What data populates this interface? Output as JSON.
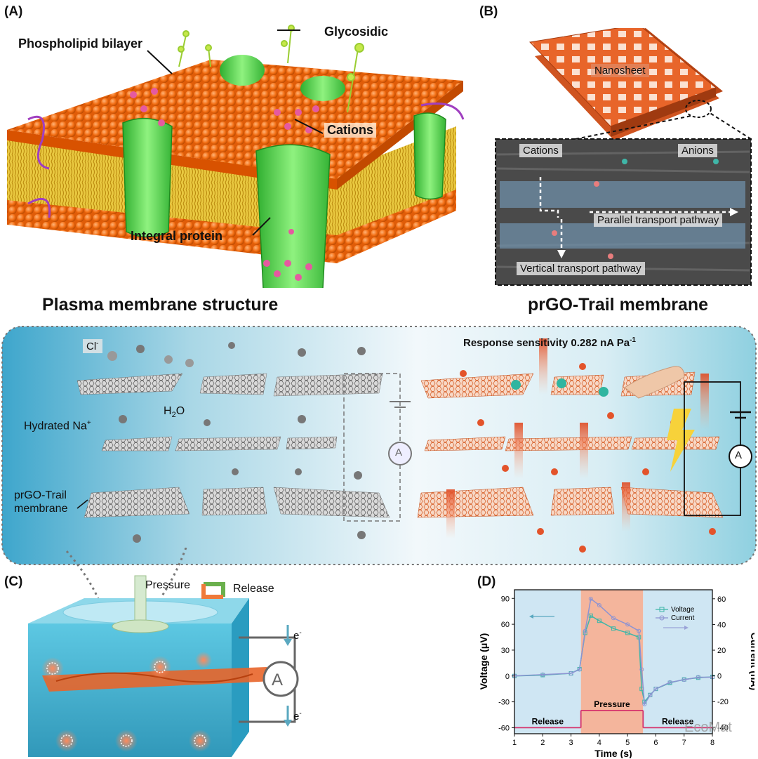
{
  "panelA": {
    "label": "(A)",
    "phospholipid": "Phospholipid bilayer",
    "glycosidic": "Glycosidic",
    "cations": "Cations",
    "integral_protein": "Integral protein",
    "title": "Plasma membrane structure"
  },
  "panelB": {
    "label": "(B)",
    "nanosheet": "Nanosheet",
    "cations": "Cations",
    "anions": "Anions",
    "parallel": "Parallel transport pathway",
    "vertical": "Vertical transport pathway",
    "title": "prGO-Trail membrane"
  },
  "middle": {
    "cl": "Cl",
    "cl_sup": "-",
    "h2o_pre": "H",
    "h2o_sub": "2",
    "h2o_post": "O",
    "hydrated": "Hydrated Na",
    "hydrated_sup": "+",
    "membrane": "prGO-Trail membrane",
    "sensitivity": "Response sensitivity 0.282 nA Pa",
    "sensitivity_sup": "-1",
    "ammeter": "A"
  },
  "panelC": {
    "label": "(C)",
    "pressure": "Pressure",
    "release": "Release",
    "e_top": "e",
    "e_bottom": "e",
    "e_sup": "-",
    "ammeter": "A"
  },
  "panelD": {
    "label": "(D)",
    "watermark": "EcoMat",
    "chart_data": {
      "type": "line",
      "xlabel": "Time (s)",
      "ylabel_left": "Voltage (μV)",
      "ylabel_right": "Current (nA)",
      "xlim": [
        1,
        8
      ],
      "ylim_left": [
        -67,
        100
      ],
      "ylim_right": [
        -45,
        67
      ],
      "xticks": [
        "1",
        "2",
        "3",
        "4",
        "5",
        "6",
        "7",
        "8"
      ],
      "yticks_left": [
        "-60",
        "-30",
        "0",
        "30",
        "60",
        "90"
      ],
      "yticks_right": [
        "-40",
        "-20",
        "0",
        "20",
        "40",
        "60"
      ],
      "legend": [
        "Voltage",
        "Current"
      ],
      "regions": [
        {
          "label": "Release",
          "x0": 1,
          "x1": 3.35
        },
        {
          "label": "Pressure",
          "x0": 3.35,
          "x1": 5.55
        },
        {
          "label": "Release",
          "x0": 5.55,
          "x1": 8
        }
      ],
      "series": [
        {
          "name": "Voltage",
          "x": [
            1,
            2,
            3,
            3.3,
            3.5,
            3.7,
            4,
            4.5,
            5,
            5.4,
            5.5,
            5.6,
            5.8,
            6,
            6.5,
            7,
            7.5,
            8
          ],
          "y": [
            0,
            1,
            3,
            8,
            50,
            70,
            64,
            55,
            50,
            45,
            -15,
            -30,
            -22,
            -15,
            -8,
            -4,
            -2,
            -1
          ]
        },
        {
          "name": "Current",
          "x": [
            1,
            2,
            3,
            3.3,
            3.5,
            3.7,
            4,
            4.5,
            5,
            5.4,
            5.5,
            5.6,
            5.8,
            6,
            6.5,
            7,
            7.5,
            8
          ],
          "y": [
            0,
            1,
            2,
            5,
            35,
            60,
            55,
            45,
            40,
            35,
            5,
            -22,
            -15,
            -10,
            -5,
            -3,
            -1,
            -1
          ]
        }
      ]
    }
  }
}
